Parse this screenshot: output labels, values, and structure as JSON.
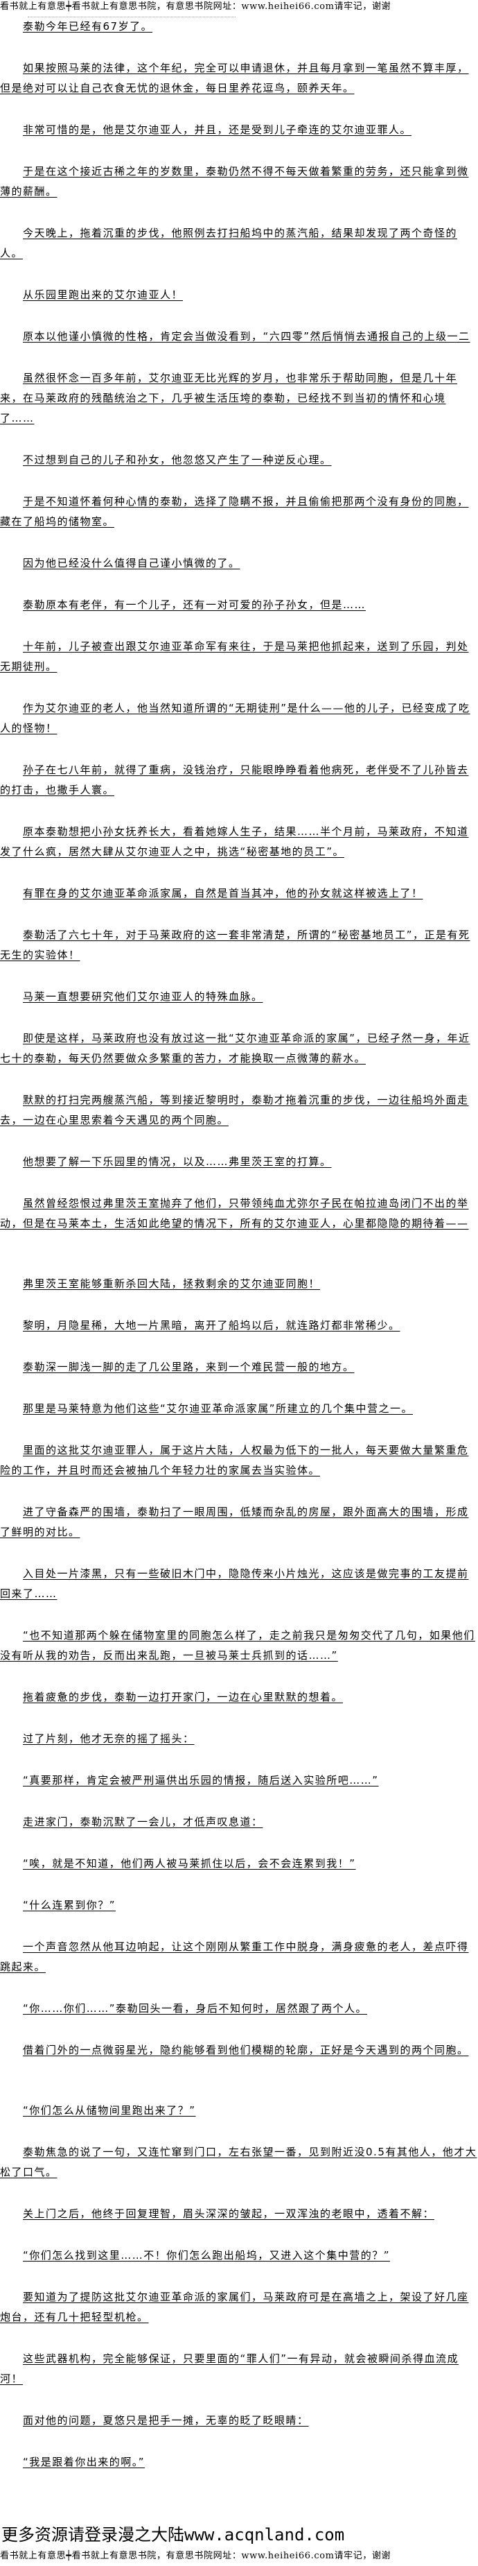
{
  "banner": "看书就上有意思┿看书就上有意思书院，有意思书院网址：www.heihei66.com请牢记，谢谢",
  "watermark": "更多资源请登录漫之大陆www.acqnland.com",
  "paragraphs": [
    {
      "text": "泰勒今年已经有67岁了。"
    },
    {
      "text": "如果按照马莱的法律，这个年纪，完全可以申请退休，并且每月拿到一笔虽然不算丰厚，但是绝对可以让自己衣食无忧的退休金，每日里养花逗鸟，颐养天年。"
    },
    {
      "text": "非常可惜的是，他是艾尔迪亚人，并且，还是受到儿子牵连的艾尔迪亚罪人。"
    },
    {
      "text": "于是在这个接近古稀之年的岁数里，泰勒仍然不得不每天做着繁重的劳务，还只能拿到微薄的薪酬。"
    },
    {
      "text": "今天晚上，拖着沉重的步伐，他照例去打扫船坞中的蒸汽船，结果却发现了两个奇怪的人。"
    },
    {
      "text": "从乐园里跑出来的艾尔迪亚人！"
    },
    {
      "text": "原本以他谨小慎微的性格，肯定会当做没看到，“六四零”然后悄悄去通报自己的上级一二"
    },
    {
      "text": "虽然很怀念一百多年前，艾尔迪亚无比光辉的岁月，也非常乐于帮助同胞，但是几十年来，在马莱政府的残酷统治之下，几乎被生活压垮的泰勒，已经找不到当初的情怀和心境了……"
    },
    {
      "text": "不过想到自己的儿子和孙女，他忽悠又产生了一种逆反心理。"
    },
    {
      "text": "于是不知道怀着何种心情的泰勒，选择了隐瞒不报，并且偷偷把那两个没有身份的同胞，藏在了船坞的储物室。"
    },
    {
      "text": "因为他已经没什么值得自己谨小慎微的了。"
    },
    {
      "text": "泰勒原本有老伴，有一个儿子，还有一对可爱的孙子孙女，但是……"
    },
    {
      "text": "十年前，儿子被查出跟艾尔迪亚革命军有来往，于是马莱把他抓起来，送到了乐园，判处无期徒刑。"
    },
    {
      "text": "作为艾尔迪亚的老人，他当然知道所谓的“无期徒刑”是什么——他的儿子，已经变成了吃人的怪物！"
    },
    {
      "text": "孙子在七八年前，就得了重病，没钱治疗，只能眼睁睁看着他病死，老伴受不了儿孙皆去的打击，也撒手人寰。"
    },
    {
      "text": "原本泰勒想把小孙女抚养长大，看着她嫁人生子，结果……半个月前，马莱政府，不知道发了什么疯，居然大肆从艾尔迪亚人之中，挑选“秘密基地的员工”。"
    },
    {
      "text": "有罪在身的艾尔迪亚革命派家属，自然是首当其冲，他的孙女就这样被选上了！"
    },
    {
      "text": "泰勒活了六七十年，对于马莱政府的这一套非常清楚，所谓的“秘密基地员工”，正是有死无生的实验体！"
    },
    {
      "text": "马莱一直想要研究他们艾尔迪亚人的特殊血脉。"
    },
    {
      "text": "即使是这样，马莱政府也没有放过这一批“艾尔迪亚革命派的家属”，已经孑然一身，年近七十的泰勒，每天仍然要做众多繁重的苦力，才能换取一点微薄的薪水。"
    },
    {
      "text": "默默的打扫完两艘蒸汽船，等到接近黎明时，泰勒才拖着沉重的步伐，一边往船坞外面走去，一边在心里思索着今天遇见的两个同胞。"
    },
    {
      "text": "他想要了解一下乐园里的情况，以及……弗里茨王室的打算。"
    },
    {
      "text": "虽然曾经怨恨过弗里茨王室抛弃了他们，只带领纯血尤弥尔子民在帕拉迪岛闭门不出的举动，但是在马莱本土，生活如此绝望的情况下，所有的艾尔迪亚人，心里都隐隐的期待着——"
    },
    {
      "text": "弗里茨王室能够重新杀回大陆，拯救剩余的艾尔迪亚同胞！"
    },
    {
      "text": "黎明，月隐星稀，大地一片黑暗，离开了船坞以后，就连路灯都非常稀少。"
    },
    {
      "text": "泰勒深一脚浅一脚的走了几公里路，来到一个难民营一般的地方。"
    },
    {
      "text": "那里是马莱特意为他们这些“艾尔迪亚革命派家属”所建立的几个集中营之一。"
    },
    {
      "text": "里面的这批艾尔迪亚罪人，属于这片大陆，人权最为低下的一批人，每天要做大量繁重危险的工作，并且时而还会被抽几个年轻力壮的家属去当实验体。"
    },
    {
      "text": "进了守备森严的围墙，泰勒扫了一眼周围，低矮而杂乱的房屋，跟外面高大的围墙，形成了鲜明的对比。"
    },
    {
      "text": "入目处一片漆黑，只有一些破旧木门中，隐隐传来小片烛光，这应该是做完事的工友提前回来了……"
    },
    {
      "text": "“也不知道那两个躲在储物室里的同胞怎么样了，走之前我只是匆匆交代了几句，如果他们没有听从我的劝告，反而出来乱跑，一旦被马莱士兵抓到的话……”"
    },
    {
      "text": "拖着疲惫的步伐，泰勒一边打开家门，一边在心里默默的想着。"
    },
    {
      "text": "过了片刻，他才无奈的摇了摇头："
    },
    {
      "text": "“真要那样，肯定会被严刑逼供出乐园的情报，随后送入实验所吧……”"
    },
    {
      "text": "走进家门，泰勒沉默了一会儿，才低声叹息道："
    },
    {
      "text": "“唉，就是不知道，他们两人被马莱抓住以后，会不会连累到我！”"
    },
    {
      "text": "“什么连累到你？”"
    },
    {
      "text": "一个声音忽然从他耳边响起，让这个刚刚从繁重工作中脱身，满身疲惫的老人，差点吓得跳起来。"
    },
    {
      "text": "“你……你们……”泰勒回头一看，身后不知何时，居然跟了两个人。"
    },
    {
      "text": "借着门外的一点微弱星光，隐约能够看到他们模糊的轮廓，正好是今天遇到的两个同胞。"
    },
    {
      "text": "“你们怎么从储物间里跑出来了？”"
    },
    {
      "text": "泰勒焦急的说了一句，又连忙窜到门口，左右张望一番，见到附近没0.5有其他人，他才大松了口气。"
    },
    {
      "text": "关上门之后，他终于回复理智，眉头深深的皱起，一双浑浊的老眼中，透着不解："
    },
    {
      "text": "“你们怎么找到这里……不！你们怎么跑出船坞，又进入这个集中营的？”"
    },
    {
      "text": "要知道为了提防这批艾尔迪亚革命派的家属们，马莱政府可是在高墙之上，架设了好几座炮台，还有几十把轻型机枪。"
    },
    {
      "text": "这些武器机构，完全能够保证，只要里面的“罪人们”一有异动，就会被瞬间杀得血流成河！"
    },
    {
      "text": "面对他的问题，夏悠只是把手一摊，无辜的眨了眨眼睛："
    },
    {
      "text": "“我是跟着你出来的啊。”"
    }
  ]
}
